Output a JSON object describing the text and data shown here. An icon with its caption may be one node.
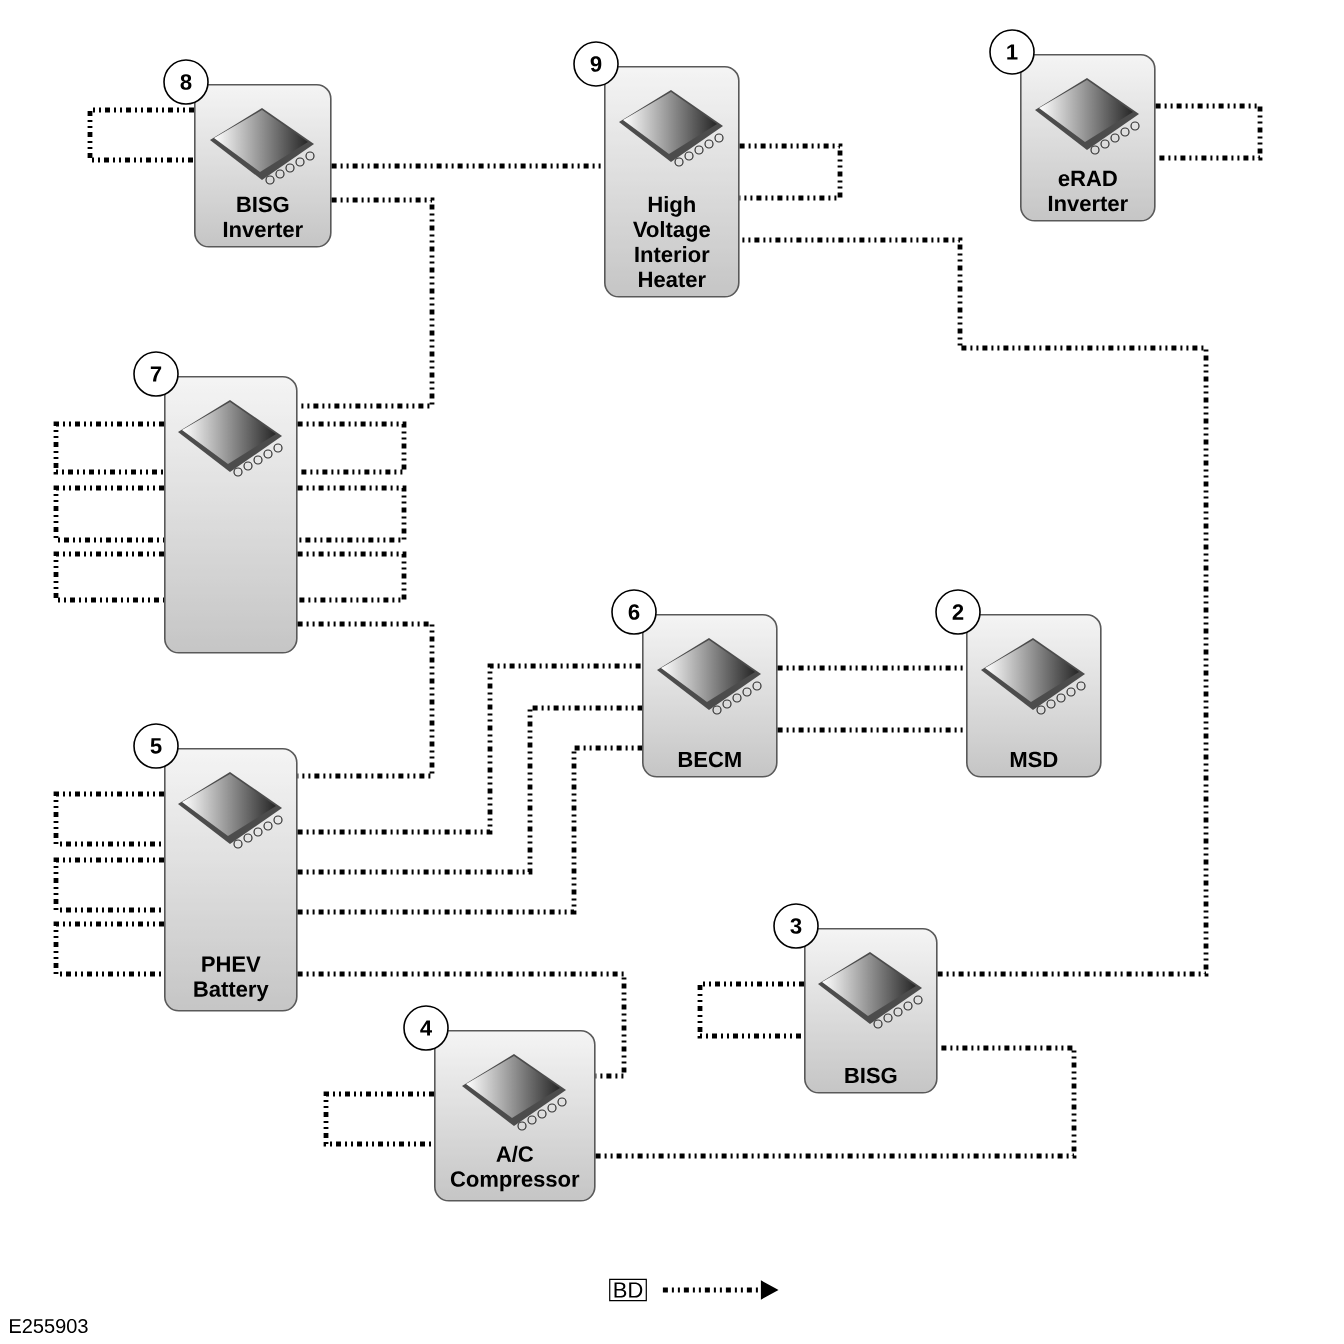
{
  "diagram": {
    "nodes": [
      {
        "text": [
          "8",
          "BISG Inverter"
        ]
      },
      {
        "text": [
          "9",
          "High Voltage Interior Heater"
        ]
      },
      {
        "text": [
          "1",
          "eRAD Inverter"
        ]
      },
      {
        "text": [
          "7"
        ]
      },
      {
        "text": [
          "6",
          "BECM"
        ]
      },
      {
        "text": [
          "2",
          "MSD"
        ]
      },
      {
        "text": [
          "5",
          "PHEV Battery"
        ]
      },
      {
        "text": [
          "3",
          "BISG"
        ]
      },
      {
        "text": [
          "4",
          "A/C Compressor"
        ]
      }
    ],
    "edges": [
      {
        "from": 0,
        "to": 0,
        "arrow": "none"
      },
      {
        "from": 0,
        "to": 1,
        "arrow": "none"
      },
      {
        "from": 0,
        "to": 3,
        "arrow": "none"
      },
      {
        "from": 1,
        "to": 1,
        "arrow": "none"
      },
      {
        "from": 2,
        "to": 2,
        "arrow": "none"
      },
      {
        "from": 3,
        "to": 3,
        "arrow": "none"
      },
      {
        "from": 3,
        "to": 3,
        "arrow": "none"
      },
      {
        "from": 3,
        "to": 3,
        "arrow": "none"
      },
      {
        "from": 3,
        "to": 3,
        "arrow": "none"
      },
      {
        "from": 3,
        "to": 3,
        "arrow": "none"
      },
      {
        "from": 3,
        "to": 3,
        "arrow": "none"
      },
      {
        "from": 3,
        "to": 6,
        "arrow": "none"
      },
      {
        "from": 6,
        "to": 4,
        "arrow": "none"
      },
      {
        "from": 6,
        "to": 4,
        "arrow": "none"
      },
      {
        "from": 6,
        "to": 4,
        "arrow": "none"
      },
      {
        "from": 4,
        "to": 5,
        "arrow": "none"
      },
      {
        "from": 4,
        "to": 5,
        "arrow": "none"
      },
      {
        "from": 6,
        "to": 6,
        "arrow": "none"
      },
      {
        "from": 6,
        "to": 6,
        "arrow": "none"
      },
      {
        "from": 6,
        "to": 6,
        "arrow": "none"
      },
      {
        "from": 6,
        "to": 8,
        "arrow": "none"
      },
      {
        "from": 7,
        "to": 7,
        "arrow": "none"
      },
      {
        "from": 8,
        "to": 8,
        "arrow": "none"
      },
      {
        "from": 8,
        "to": 7,
        "arrow": "none"
      },
      {
        "from": 7,
        "to": 1,
        "arrow": "none"
      }
    ],
    "labels": [
      "E255903"
    ],
    "legend": [
      {
        "text": "BD"
      }
    ]
  }
}
